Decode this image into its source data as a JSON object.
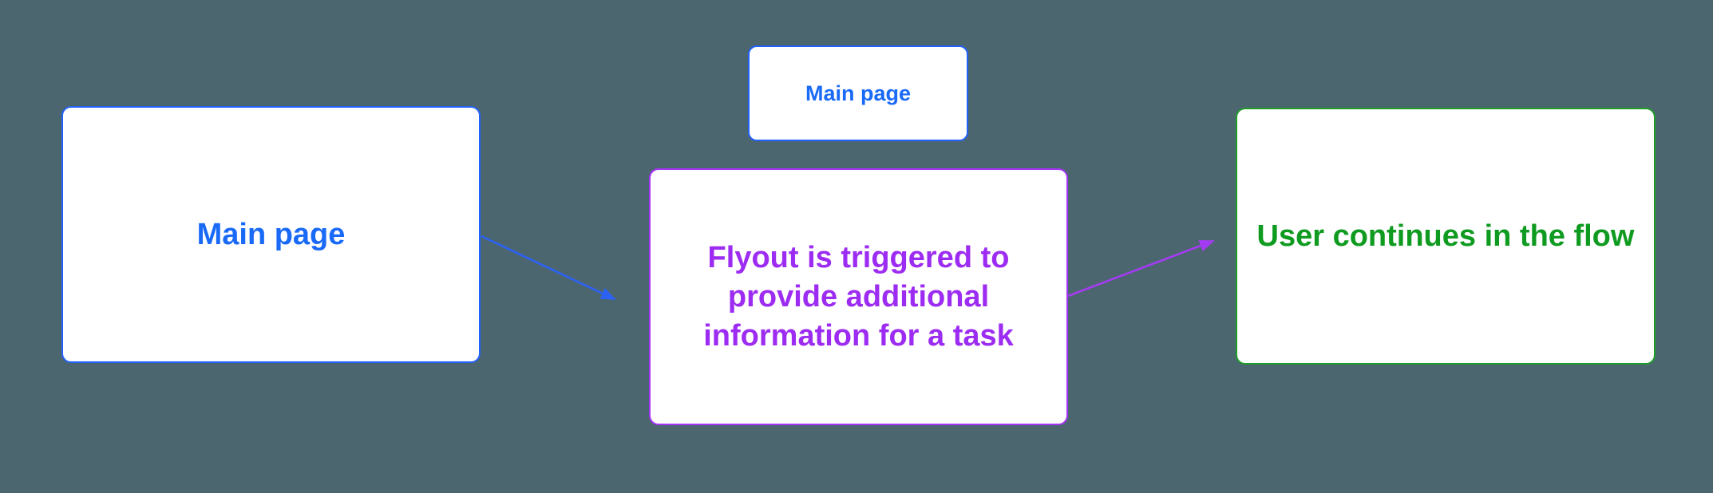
{
  "canvas": {
    "background_color": "#4c6670"
  },
  "nodes": [
    {
      "id": "main-page-left",
      "label": "Main page",
      "border_color": "#2262fc",
      "text_color": "#1a6af8",
      "fill_color": "#ffffff"
    },
    {
      "id": "main-page-small",
      "label": "Main page",
      "border_color": "#2262fc",
      "text_color": "#1a6af8",
      "fill_color": "#ffffff"
    },
    {
      "id": "flyout",
      "label": "Flyout is triggered to\nprovide additional\ninformation for a task",
      "border_color": "#a633f7",
      "text_color": "#9d2cf2",
      "fill_color": "#ffffff"
    },
    {
      "id": "user-continues",
      "label": "User continues in the flow",
      "border_color": "#1f9c28",
      "text_color": "#0f9a20",
      "fill_color": "#ffffff"
    }
  ],
  "connectors": [
    {
      "id": "main-to-flyout",
      "color": "#2c62f5"
    },
    {
      "id": "flyout-to-continue",
      "color": "#a43bf3"
    }
  ]
}
